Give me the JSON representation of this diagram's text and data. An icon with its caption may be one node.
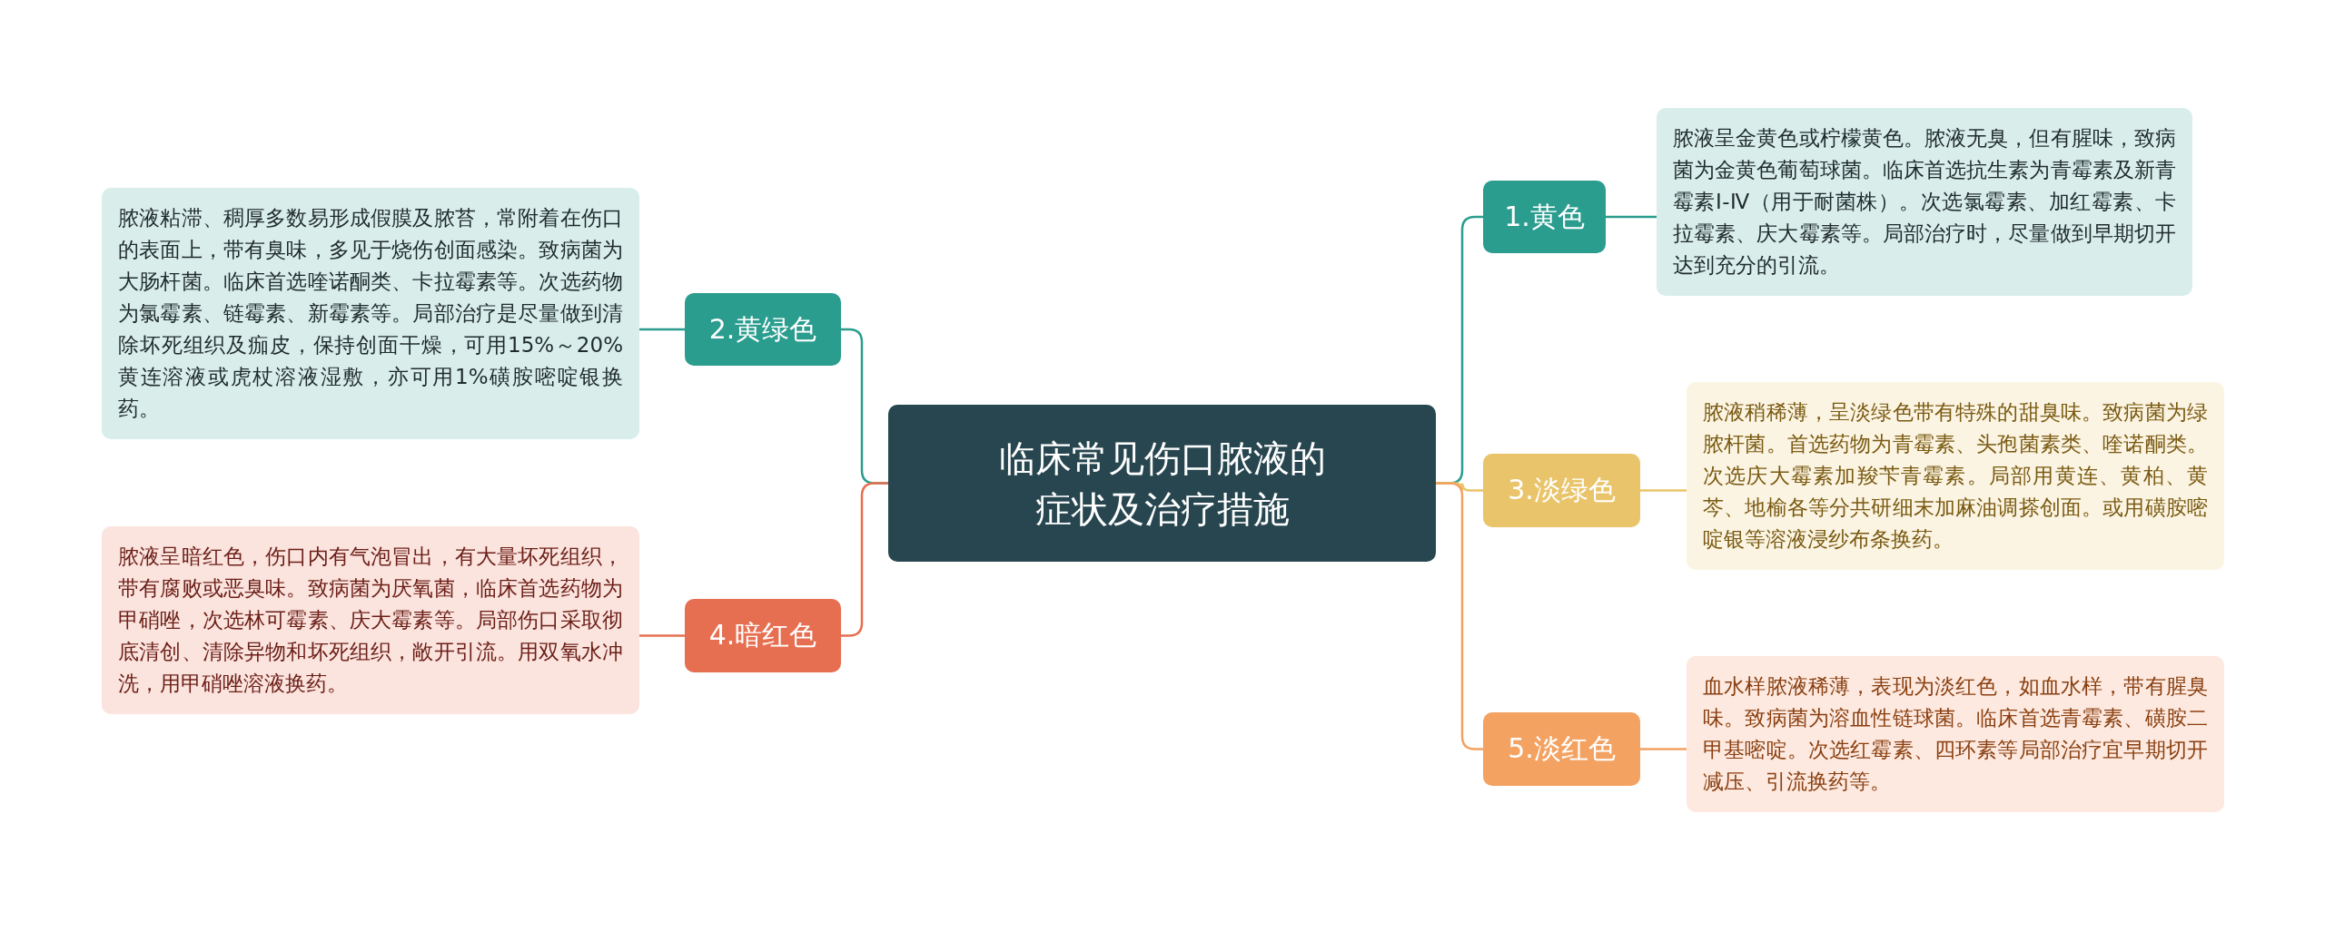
{
  "diagram": {
    "nodes": [
      {
        "text": [
          "临床常见伤口脓液的症状及治疗措施"
        ]
      },
      {
        "text": [
          "1.黄色"
        ]
      },
      {
        "text": [
          "脓液呈金黄色或柠檬黄色。脓液无臭，但有腥味，致病菌为金黄色葡萄球菌。临床首选抗生素为青霉素及新青霉素Ⅰ-Ⅳ（用于耐菌株）。次选氯霉素、加红霉素、卡拉霉素、庆大霉素等。局部治疗时，尽量做到早期切开达到充分的引流。"
        ]
      },
      {
        "text": [
          "2.黄绿色"
        ]
      },
      {
        "text": [
          "脓液粘滞、稠厚多数易形成假膜及脓苔，常附着在伤口的表面上，带有臭味，多见于烧伤创面感染。致病菌为大肠杆菌。临床首选喹诺酮类、卡拉霉素等。次选药物为氯霉素、链霉素、新霉素等。局部治疗是尽量做到清除坏死组织及痂皮，保持创面干燥，可用15%～20%黄连溶液或虎杖溶液湿敷，亦可用1%磺胺嘧啶银换药。"
        ]
      },
      {
        "text": [
          "3.淡绿色"
        ]
      },
      {
        "text": [
          "脓液稍稀薄，呈淡绿色带有特殊的甜臭味。致病菌为绿脓杆菌。首选药物为青霉素、头孢菌素类、喹诺酮类。次选庆大霉素加羧苄青霉素。局部用黄连、黄柏、黄芩、地榆各等分共研细末加麻油调搽创面。或用磺胺嘧啶银等溶液浸纱布条换药。"
        ]
      },
      {
        "text": [
          "4.暗红色"
        ]
      },
      {
        "text": [
          "脓液呈暗红色，伤口内有气泡冒出，有大量坏死组织，带有腐败或恶臭味。致病菌为厌氧菌，临床首选药物为甲硝唑，次选林可霉素、庆大霉素等。局部伤口采取彻底清创、清除异物和坏死组织，敞开引流。用双氧水冲洗，用甲硝唑溶液换药。"
        ]
      },
      {
        "text": [
          "5.淡红色"
        ]
      },
      {
        "text": [
          "血水样脓液稀薄，表现为淡红色，如血水样，带有腥臭味。致病菌为溶血性链球菌。临床首选青霉素、磺胺二甲基嘧啶。次选红霉素、四环素等局部治疗宜早期切开减压、引流换药等。"
        ]
      }
    ],
    "edges": [
      {
        "from": 0,
        "to": 1,
        "arrow": "none",
        "color": "#2a9d8f"
      },
      {
        "from": 1,
        "to": 2,
        "arrow": "none",
        "color": "#2a9d8f"
      },
      {
        "from": 0,
        "to": 3,
        "arrow": "none",
        "color": "#2a9d8f"
      },
      {
        "from": 3,
        "to": 4,
        "arrow": "none",
        "color": "#2a9d8f"
      },
      {
        "from": 0,
        "to": 5,
        "arrow": "none",
        "color": "#e9c46a"
      },
      {
        "from": 5,
        "to": 6,
        "arrow": "none",
        "color": "#e9c46a"
      },
      {
        "from": 0,
        "to": 7,
        "arrow": "none",
        "color": "#e76f51"
      },
      {
        "from": 7,
        "to": 8,
        "arrow": "none",
        "color": "#e76f51"
      },
      {
        "from": 0,
        "to": 9,
        "arrow": "none",
        "color": "#f4a261"
      },
      {
        "from": 9,
        "to": 10,
        "arrow": "none",
        "color": "#f4a261"
      }
    ]
  }
}
